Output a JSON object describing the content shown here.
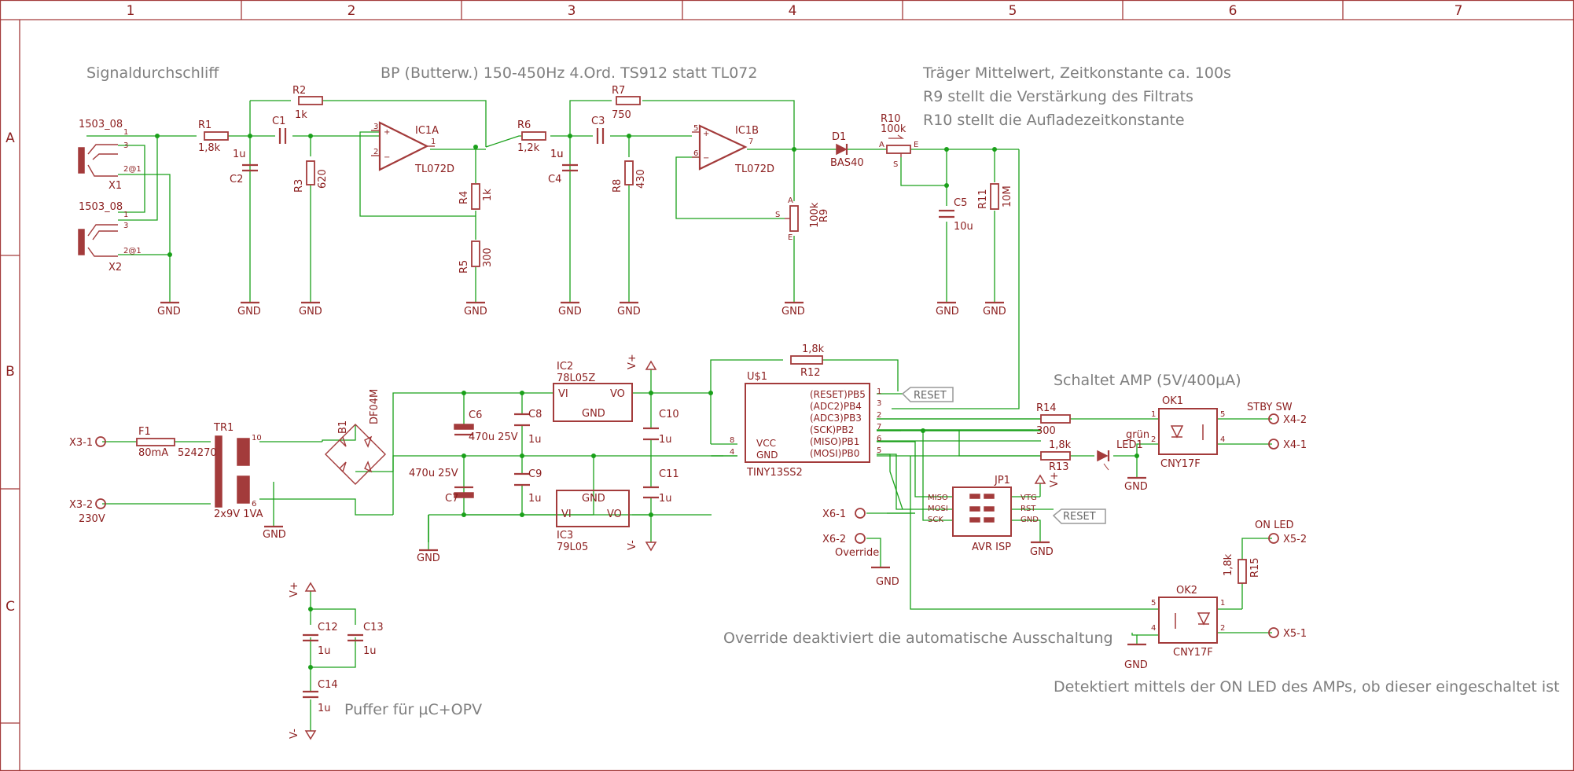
{
  "frame": {
    "columns": [
      "1",
      "2",
      "3",
      "4",
      "5",
      "6",
      "7"
    ],
    "rows": [
      "A",
      "B",
      "C"
    ]
  },
  "notes": {
    "signal": "Signaldurchschliff",
    "bandpass": "BP (Butterw.) 150-450Hz 4.Ord. TS912 statt TL072",
    "carrier1": "Träger Mittelwert, Zeitkonstante ca. 100s",
    "carrier2": "R9 stellt die Verstärkung des Filtrats",
    "carrier3": "R10 stellt die Aufladezeitkonstante",
    "switch": "Schaltet AMP (5V/400µA)",
    "override": "Override deaktiviert die automatische Ausschaltung",
    "detect": "Detektiert mittels der ON LED des AMPs, ob dieser eingeschaltet ist",
    "buffer": "Puffer für µC+OPV"
  },
  "parts": {
    "x1_name": "1503_08",
    "x1_ref": "X1",
    "x2_name": "1503_08",
    "x2_ref": "X2",
    "r1": "R1",
    "r1v": "1,8k",
    "r2": "R2",
    "r2v": "1k",
    "c1": "C1",
    "c1v": "1u",
    "c2": "C2",
    "c2v": "1u",
    "r3": "R3",
    "r3v": "620",
    "ic1a": "IC1A",
    "ic1a_t": "TL072D",
    "r4": "R4",
    "r4v": "1k",
    "r5": "R5",
    "r5v": "300",
    "r6": "R6",
    "r6v": "1,2k",
    "r7": "R7",
    "r7v": "750",
    "c3": "C3",
    "c3v": "1u",
    "c4": "C4",
    "c4v": "1u",
    "r8": "R8",
    "r8v": "430",
    "ic1b": "IC1B",
    "ic1b_t": "TL072D",
    "r9": "R9",
    "r9v": "100k",
    "d1": "D1",
    "d1v": "BAS40",
    "r10": "R10",
    "r10v": "100k",
    "c5": "C5",
    "c5v": "10u",
    "r11": "R11",
    "r11v": "10M",
    "f1": "F1",
    "f1v": "80mA",
    "tr1": "TR1",
    "tr1v": "524270",
    "tr1b": "2x9V 1VA",
    "b1": "B1",
    "b1v": "DF04M",
    "c6": "C6",
    "c6v": "470u 25V",
    "c7": "C7",
    "c7v": "470u 25V",
    "c8": "C8",
    "c8v": "1u",
    "c9": "C9",
    "c9v": "1u",
    "c10": "C10",
    "c10v": "1u",
    "c11": "C11",
    "c11v": "1u",
    "ic2": "IC2",
    "ic2v": "78L05Z",
    "ic3": "IC3",
    "ic3v": "79L05",
    "reg_vi": "VI",
    "reg_vo": "VO",
    "reg_gnd": "GND",
    "r12": "R12",
    "r12v": "1,8k",
    "u1": "U$1",
    "u1v": "TINY13SS2",
    "u1_pins": [
      "(RESET)PB5",
      "(ADC2)PB4",
      "(ADC3)PB3",
      "(SCK)PB2",
      "(MISO)PB1",
      "(MOSI)PB0"
    ],
    "u1_vcc": "VCC",
    "u1_gnd": "GND",
    "r13": "R13",
    "r13v": "1,8k",
    "r14": "R14",
    "r14v": "300",
    "led1": "LED1",
    "led1v": "grün",
    "ok1": "OK1",
    "ok1v": "CNY17F",
    "ok2": "OK2",
    "ok2v": "CNY17F",
    "r15": "R15",
    "r15v": "1,8k",
    "jp1": "JP1",
    "jp1v": "AVR ISP",
    "isp_left": [
      "MISO",
      "MOSI",
      "SCK"
    ],
    "isp_right": [
      "VTG",
      "RST",
      "GND"
    ],
    "c12": "C12",
    "c12v": "1u",
    "c13": "C13",
    "c13v": "1u",
    "c14": "C14",
    "c14v": "1u"
  },
  "terminals": {
    "x3_1": "X3-1",
    "x3_2": "X3-2",
    "v230": "230V",
    "x4_2": "X4-2",
    "x4_1": "X4-1",
    "stby": "STBY SW",
    "x5_2": "X5-2",
    "x5_1": "X5-1",
    "onled": "ON LED",
    "x6_1": "X6-1",
    "x6_2": "X6-2",
    "override_lbl": "Override",
    "reset": "RESET",
    "gnd": "GND",
    "vplus": "V+",
    "vminus": "V-"
  },
  "colors": {
    "symbol": "#a33b3b",
    "wire": "#1aa01a",
    "note": "#7f7f7f"
  }
}
